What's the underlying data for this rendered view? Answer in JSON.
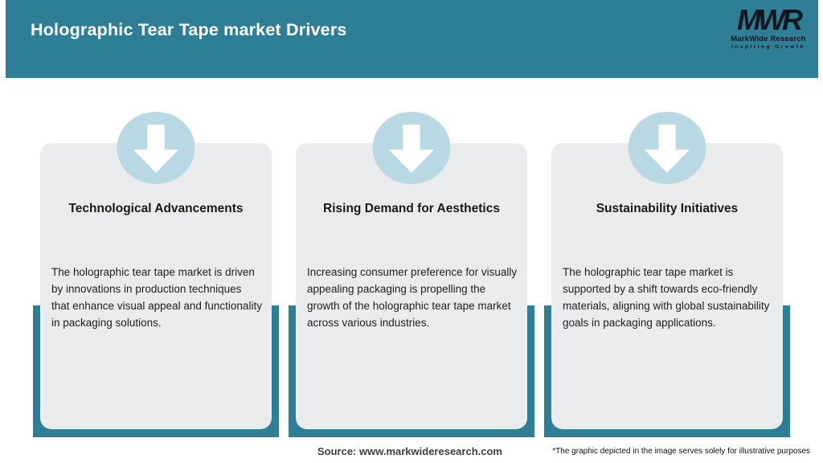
{
  "header": {
    "title": "Holographic Tear Tape market Drivers",
    "background_color": "#2e7f96",
    "logo": {
      "monogram": "MWR",
      "name": "MarkWide Research",
      "tagline": "Inspiring Growth"
    }
  },
  "cards": [
    {
      "title": "Technological Advancements",
      "body": "The holographic tear tape market is driven by innovations in production techniques that enhance visual appeal and functionality in packaging solutions."
    },
    {
      "title": "Rising Demand for Aesthetics",
      "body": "Increasing consumer preference for visually appealing packaging is propelling the growth of the holographic tear tape market across various industries."
    },
    {
      "title": "Sustainability Initiatives",
      "body": "The holographic tear tape market is supported by a shift towards eco-friendly materials, aligning with global sustainability goals in packaging applications."
    }
  ],
  "footer": {
    "source": "Source: www.markwideresearch.com",
    "disclaimer": "*The graphic depicted in the image serves solely for illustrative purposes"
  },
  "colors": {
    "teal": "#2e7f96",
    "card_background": "#e9ebec",
    "circle_blue": "#b9d9e5",
    "title_text": "#1a1a1a",
    "body_text": "#1f1f1f",
    "header_text": "#ffffff",
    "logo_text": "#10181f"
  }
}
